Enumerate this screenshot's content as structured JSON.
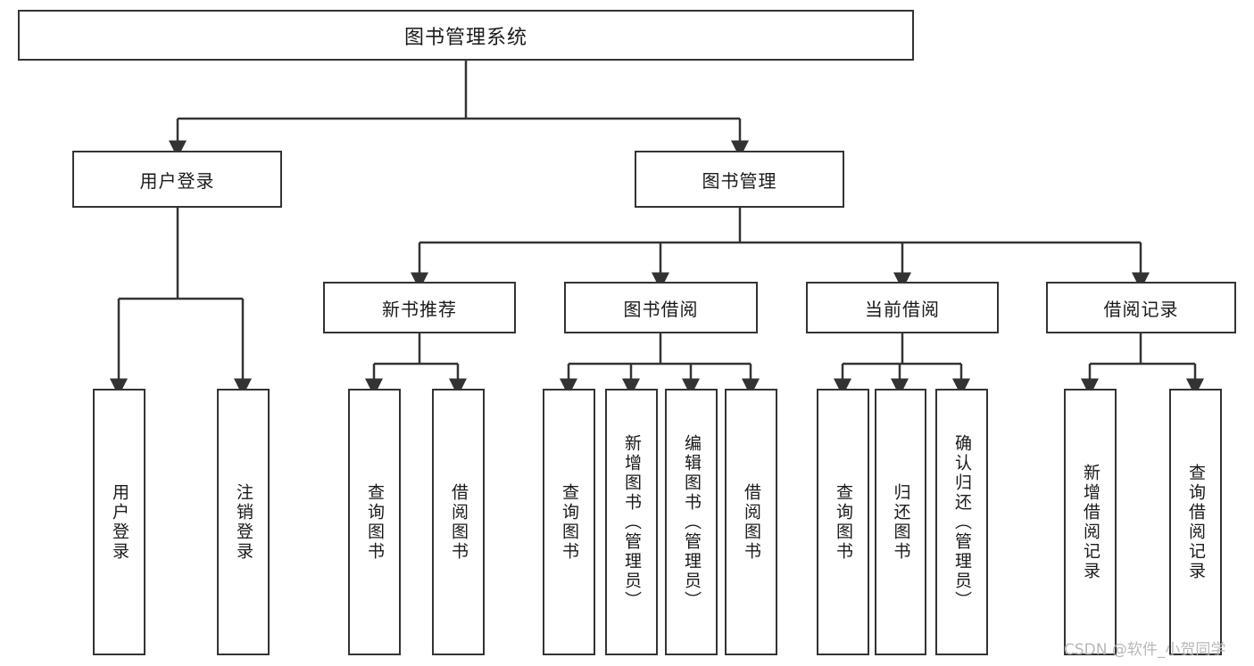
{
  "diagram": {
    "title": "图书管理系统",
    "type": "hierarchy-tree",
    "root": {
      "label": "图书管理系统"
    },
    "level2": [
      {
        "label": "用户登录"
      },
      {
        "label": "图书管理"
      }
    ],
    "level3": [
      {
        "label": "新书推荐"
      },
      {
        "label": "图书借阅"
      },
      {
        "label": "当前借阅"
      },
      {
        "label": "借阅记录"
      }
    ],
    "leaves": {
      "user_login": [
        {
          "label": "用户登录"
        },
        {
          "label": "注销登录"
        }
      ],
      "new_book_recommend": [
        {
          "label": "查询图书"
        },
        {
          "label": "借阅图书"
        }
      ],
      "book_borrow": [
        {
          "label": "查询图书"
        },
        {
          "label": "新增图书（管理员）"
        },
        {
          "label": "编辑图书（管理员）"
        },
        {
          "label": "借阅图书"
        }
      ],
      "current_borrow": [
        {
          "label": "查询图书"
        },
        {
          "label": "归还图书"
        },
        {
          "label": "确认归还（管理员）"
        }
      ],
      "borrow_record": [
        {
          "label": "新增借阅记录"
        },
        {
          "label": "查询借阅记录"
        }
      ]
    }
  },
  "watermark": {
    "text": "CSDN @软件_小贺同学"
  },
  "colors": {
    "border": "#333333",
    "background": "#ffffff",
    "text": "#1a1a1a",
    "watermark": "#b8b8b8"
  }
}
